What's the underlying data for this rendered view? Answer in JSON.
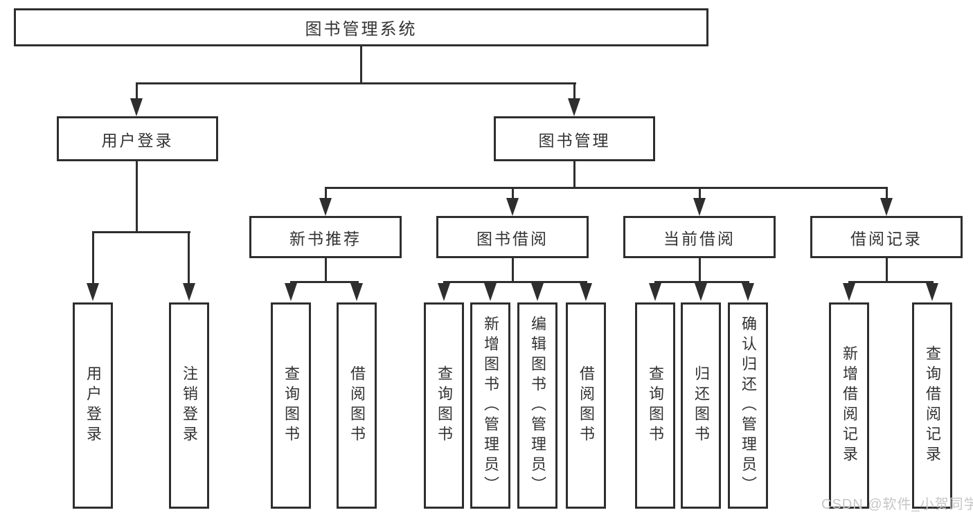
{
  "nodes": {
    "root": "图书管理系统",
    "login": "用户登录",
    "mgmt": "图书管理",
    "login_user": "用户登录",
    "login_logout": "注销登录",
    "newbook": "新书推荐",
    "borrow": "图书借阅",
    "current": "当前借阅",
    "records": "借阅记录",
    "newbook_query": "查询图书",
    "newbook_borrow": "借阅图书",
    "borrow_query": "查询图书",
    "borrow_add": "新增图书（管理员）",
    "borrow_edit": "编辑图书（管理员）",
    "borrow_borrow": "借阅图书",
    "current_query": "查询图书",
    "current_return": "归还图书",
    "current_confirm": "确认归还（管理员）",
    "records_add": "新增借阅记录",
    "records_query": "查询借阅记录"
  },
  "watermark": "CSDN @软件_小贺同学",
  "colors": {
    "line": "#2e2e2e",
    "text": "#333333",
    "background": "#ffffff",
    "watermark": "#c6c6c6"
  }
}
